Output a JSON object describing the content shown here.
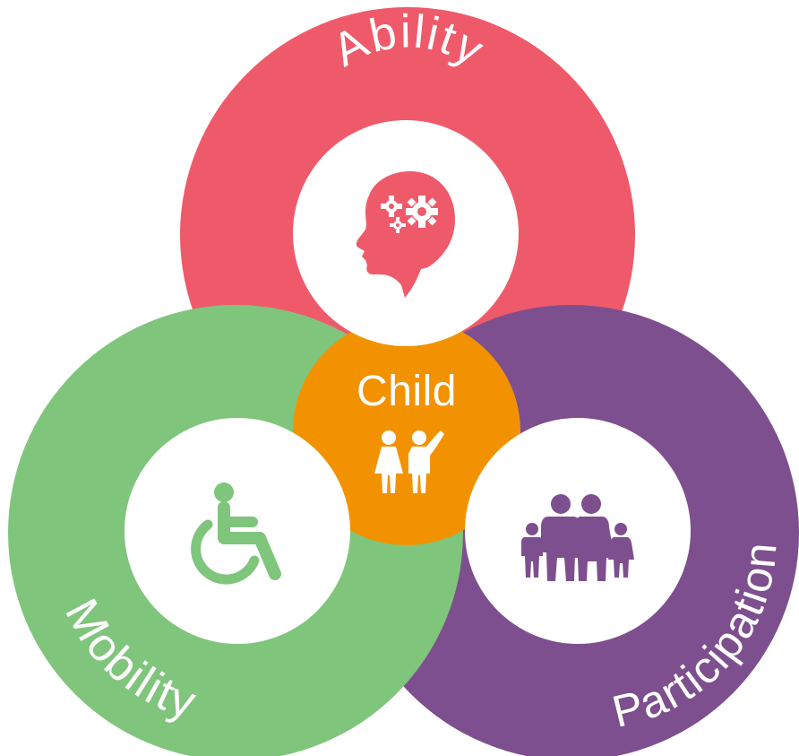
{
  "diagram": {
    "center": {
      "label": "Child",
      "color": "#F39200",
      "icon": "children-icon"
    },
    "circles": [
      {
        "id": "ability",
        "label": "Ability",
        "color": "#EF5A6B",
        "icon": "head-gears-icon"
      },
      {
        "id": "mobility",
        "label": "Mobility",
        "color": "#80C57C",
        "icon": "wheelchair-icon"
      },
      {
        "id": "participation",
        "label": "Participation",
        "color": "#7E4F8E",
        "icon": "family-icon"
      }
    ]
  }
}
